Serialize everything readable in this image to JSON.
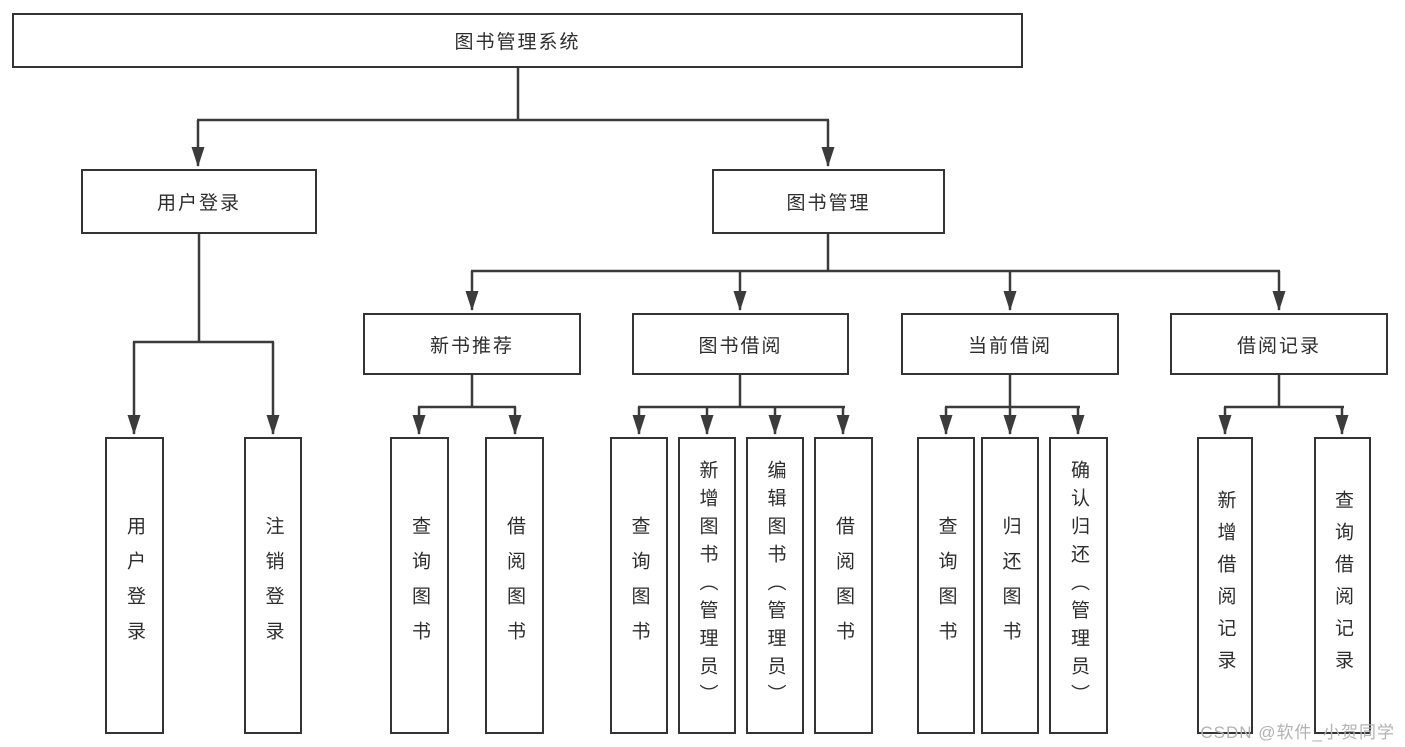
{
  "diagram": {
    "root": "图书管理系统",
    "level2": {
      "user_login": "用户登录",
      "book_mgmt": "图书管理"
    },
    "level3": {
      "new_books": "新书推荐",
      "borrowing": "图书借阅",
      "current": "当前借阅",
      "records": "借阅记录"
    },
    "leaves": {
      "user_login": [
        "用户登录",
        "注销登录"
      ],
      "new_books": [
        "查询图书",
        "借阅图书"
      ],
      "borrowing": [
        "查询图书",
        "新增图书（管理员）",
        "编辑图书（管理员）",
        "借阅图书"
      ],
      "current": [
        "查询图书",
        "归还图书",
        "确认归还（管理员）"
      ],
      "records": [
        "新增借阅记录",
        "查询借阅记录"
      ]
    }
  },
  "watermark": "CSDN @软件_小贺同学",
  "colors": {
    "line": "#3b3b3b",
    "box_border": "#343434",
    "text": "#2d2d2d",
    "background": "#ffffff",
    "watermark_text": "#b3b3b3"
  }
}
